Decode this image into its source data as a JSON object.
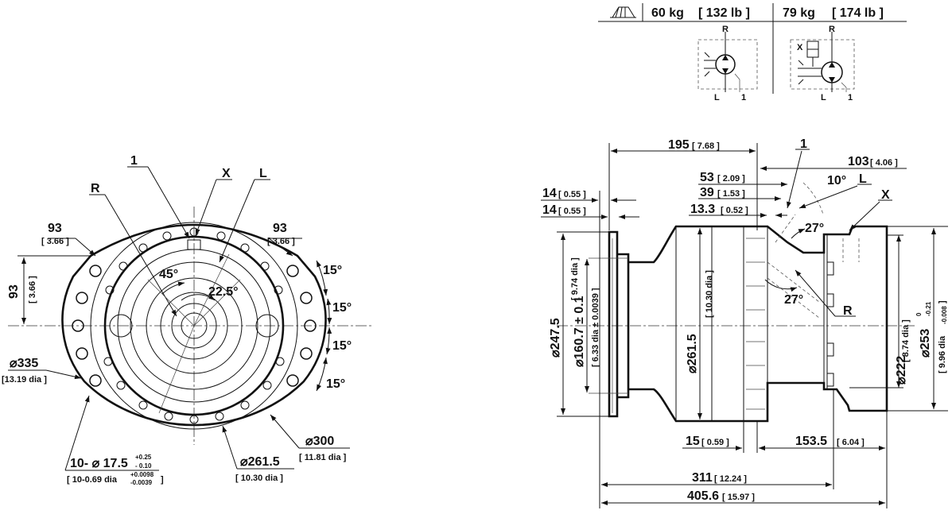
{
  "weights": {
    "config_a": "60 kg",
    "config_a_lb": "[ 132 lb ]",
    "config_b": "79 kg",
    "config_b_lb": "[ 174 lb ]"
  },
  "symbols": {
    "a": {
      "r": "R",
      "l": "L",
      "one": "1"
    },
    "b": {
      "r": "R",
      "l": "L",
      "one": "1",
      "x": "X"
    }
  },
  "front_view": {
    "port_1": "1",
    "port_x": "X",
    "port_l": "L",
    "port_r": "R",
    "dim_93_left": "93",
    "dim_93_left_in": "[ 3.66 ]",
    "dim_93_right": "93",
    "dim_93_right_in": "[ 3.66 ]",
    "dim_93_vert": "93",
    "dim_93_vert_in": "[ 3.66 ]",
    "angle_45": "45°",
    "angle_22_5": "22.5°",
    "angle_15_a": "15°",
    "angle_15_b": "15°",
    "angle_15_c": "15°",
    "angle_15_d": "15°",
    "dia_335": "⌀335",
    "dia_335_in": "[13.19 dia ]",
    "dia_300": "⌀300",
    "dia_300_in": "[ 11.81 dia ]",
    "dia_261_5": "⌀261.5",
    "dia_261_5_in": "[ 10.30 dia ]",
    "holes": "10- ⌀ 17.5",
    "holes_tol_up": "+0.25",
    "holes_tol_dn": "- 0.10",
    "holes_in": "[ 10-0.69 dia",
    "holes_in_tol_up": "+0.0098",
    "holes_in_tol_dn": "-0.0039",
    "holes_in_close": "]"
  },
  "side_view": {
    "dim_195": "195",
    "dim_195_in": "[ 7.68 ]",
    "port_1": "1",
    "dim_103": "103",
    "dim_103_in": "[ 4.06 ]",
    "dim_53": "53",
    "dim_53_in": "[ 2.09 ]",
    "angle_10": "10°",
    "port_l": "L",
    "dim_39": "39",
    "dim_39_in": "[ 1.53 ]",
    "port_x": "X",
    "dim_14a": "14",
    "dim_14a_in": "[ 0.55 ]",
    "dim_14b": "14",
    "dim_14b_in": "[ 0.55 ]",
    "dim_13_3": "13.3",
    "dim_13_3_in": "[ 0.52 ]",
    "angle_27a": "27°",
    "angle_27b": "27°",
    "port_r": "R",
    "dia_247_5": "⌀247.5",
    "dia_247_5_in": "[ 9.74 dia ]",
    "dia_160_7": "⌀160.7 ± 0.1",
    "dia_160_7_in": "[ 6.33 dia ± 0.0039 ]",
    "dia_261_5": "⌀261.5",
    "dia_261_5_in": "[ 10.30 dia ]",
    "dia_222": "⌀222",
    "dia_222_in": "[ 8.74 dia ]",
    "dia_253": "⌀253",
    "dia_253_tol_up": "0",
    "dia_253_tol_dn": "-0.21",
    "dia_253_in": "[ 9.96 dia",
    "dia_253_in_tol": "-0.008",
    "dia_253_in_close": "]",
    "dim_15": "15",
    "dim_15_in": "[ 0.59 ]",
    "dim_153_5": "153.5",
    "dim_153_5_in": "[ 6.04 ]",
    "dim_311": "311",
    "dim_311_in": "[ 12.24 ]",
    "dim_405_6": "405.6",
    "dim_405_6_in": "[ 15.97 ]"
  }
}
